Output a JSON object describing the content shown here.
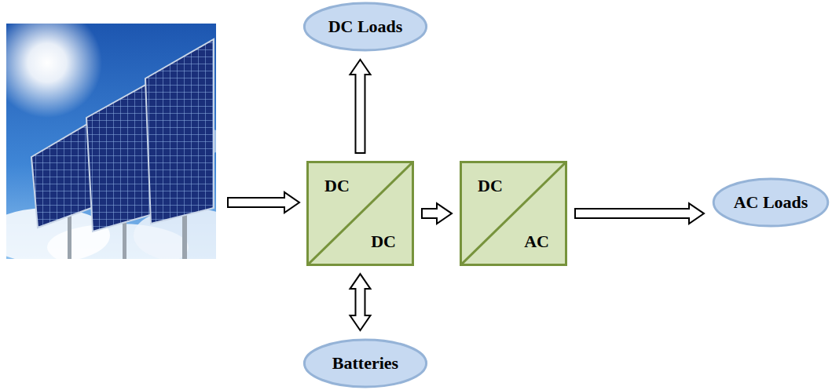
{
  "diagram": {
    "nodes": [
      {
        "text": [
          "DC",
          "DC"
        ]
      },
      {
        "text": [
          "DC Loads"
        ]
      },
      {
        "text": [
          "Batteries"
        ]
      },
      {
        "text": [
          "DC",
          "AC"
        ]
      },
      {
        "text": [
          "AC Loads"
        ]
      }
    ],
    "edges": [
      {
        "from": 0,
        "to": 1,
        "arrow": "to"
      },
      {
        "from": 0,
        "to": 2,
        "arrow": "both"
      },
      {
        "from": 0,
        "to": 3,
        "arrow": "to"
      },
      {
        "from": 3,
        "to": 4,
        "arrow": "to"
      }
    ]
  }
}
